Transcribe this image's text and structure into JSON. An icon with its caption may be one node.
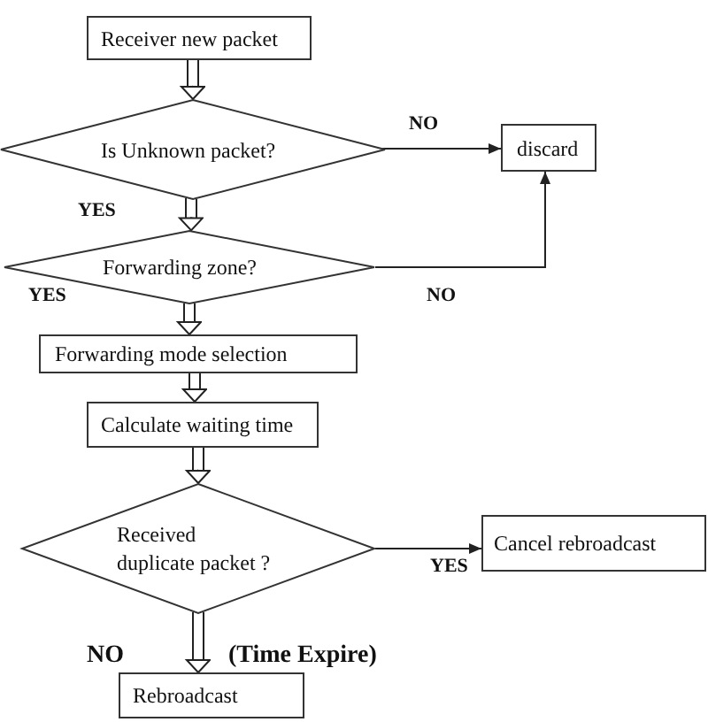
{
  "diagram": {
    "nodes": [
      {
        "text": [
          "Receiver new packet"
        ]
      },
      {
        "text": [
          "Is Unknown packet?"
        ]
      },
      {
        "text": [
          "discard"
        ]
      },
      {
        "text": [
          "Forwarding zone?"
        ]
      },
      {
        "text": [
          "Forwarding mode selection"
        ]
      },
      {
        "text": [
          "Calculate waiting time"
        ]
      },
      {
        "text": [
          "Received duplicate packet ?"
        ]
      },
      {
        "text": [
          "Cancel rebroadcast"
        ]
      },
      {
        "text": [
          "Rebroadcast"
        ]
      }
    ],
    "edges": [
      {
        "from": 0,
        "to": 1,
        "arrow": "to"
      },
      {
        "from": 1,
        "to": 2,
        "arrow": "to",
        "label": "NO"
      },
      {
        "from": 1,
        "to": 3,
        "arrow": "to",
        "label": "YES"
      },
      {
        "from": 3,
        "to": 2,
        "arrow": "to",
        "label": "NO"
      },
      {
        "from": 3,
        "to": 4,
        "arrow": "to"
      },
      {
        "from": 4,
        "to": 5,
        "arrow": "to"
      },
      {
        "from": 5,
        "to": 6,
        "arrow": "to"
      },
      {
        "from": 6,
        "to": 7,
        "arrow": "to",
        "label": "YES"
      },
      {
        "from": 6,
        "to": 8,
        "arrow": "to",
        "label": "NO"
      }
    ],
    "labels": [
      "YES",
      "(Time Expire)"
    ]
  }
}
